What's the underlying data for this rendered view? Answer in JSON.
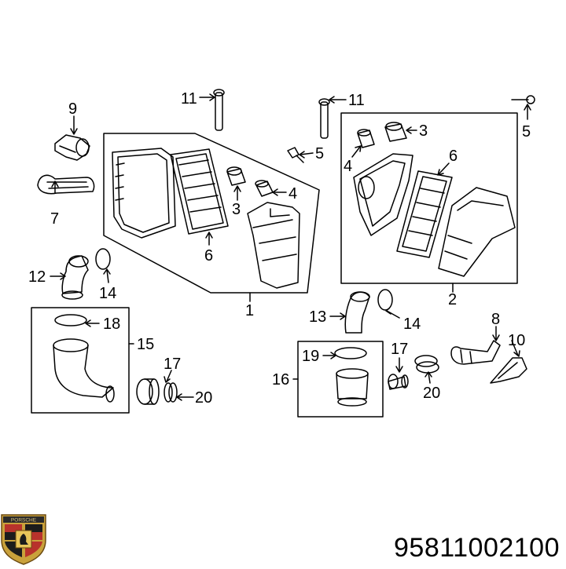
{
  "part_number": "95811002100",
  "callouts": {
    "c1": "1",
    "c2": "2",
    "c3a": "3",
    "c3b": "3",
    "c4a": "4",
    "c4b": "4",
    "c5a": "5",
    "c5b": "5",
    "c6a": "6",
    "c6b": "6",
    "c7": "7",
    "c8": "8",
    "c9": "9",
    "c10": "10",
    "c11a": "11",
    "c11b": "11",
    "c12": "12",
    "c13": "13",
    "c14a": "14",
    "c14b": "14",
    "c15": "15",
    "c16": "16",
    "c17a": "17",
    "c17b": "17",
    "c18": "18",
    "c19": "19",
    "c20a": "20",
    "c20b": "20"
  },
  "logo": {
    "text": "PORSCHE",
    "icon": "porsche-crest-icon"
  }
}
